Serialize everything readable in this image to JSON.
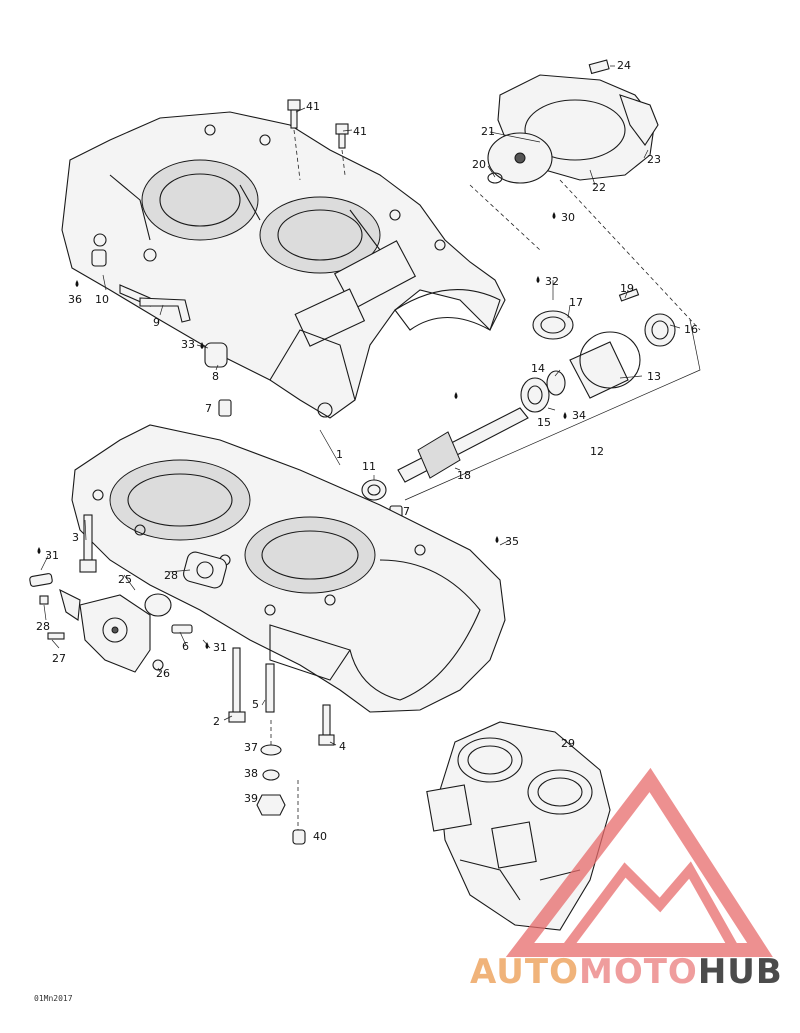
{
  "diagram": {
    "callouts": [
      "1",
      "2",
      "3",
      "4",
      "5",
      "6",
      "7",
      "7",
      "8",
      "9",
      "10",
      "11",
      "12",
      "13",
      "14",
      "15",
      "16",
      "17",
      "18",
      "19",
      "20",
      "21",
      "22",
      "23",
      "24",
      "26",
      "27",
      "28",
      "28",
      "25",
      "29",
      "30",
      "31",
      "31",
      "32",
      "33",
      "34",
      "35",
      "36",
      "37",
      "38",
      "39",
      "40",
      "41",
      "41"
    ],
    "reference_code": "01Mn2017"
  },
  "watermark": {
    "brand_part1": "AUTO",
    "brand_part2": "MOTO",
    "brand_part3": "HUB",
    "colors": {
      "auto": "#f0b37a",
      "moto": "#ef9d9d",
      "hub": "#4b4b4b",
      "triangle": "#e76b6b"
    }
  }
}
